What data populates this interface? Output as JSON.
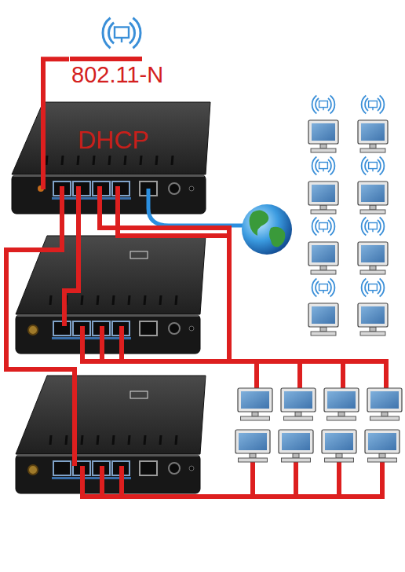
{
  "diagram": {
    "nodes": [
      {
        "text": [
          "802.11-N"
        ]
      },
      {
        "text": [
          "DHCP"
        ]
      }
    ],
    "edges": [
      {
        "from": 0,
        "to": 1,
        "arrow": "none"
      }
    ]
  }
}
